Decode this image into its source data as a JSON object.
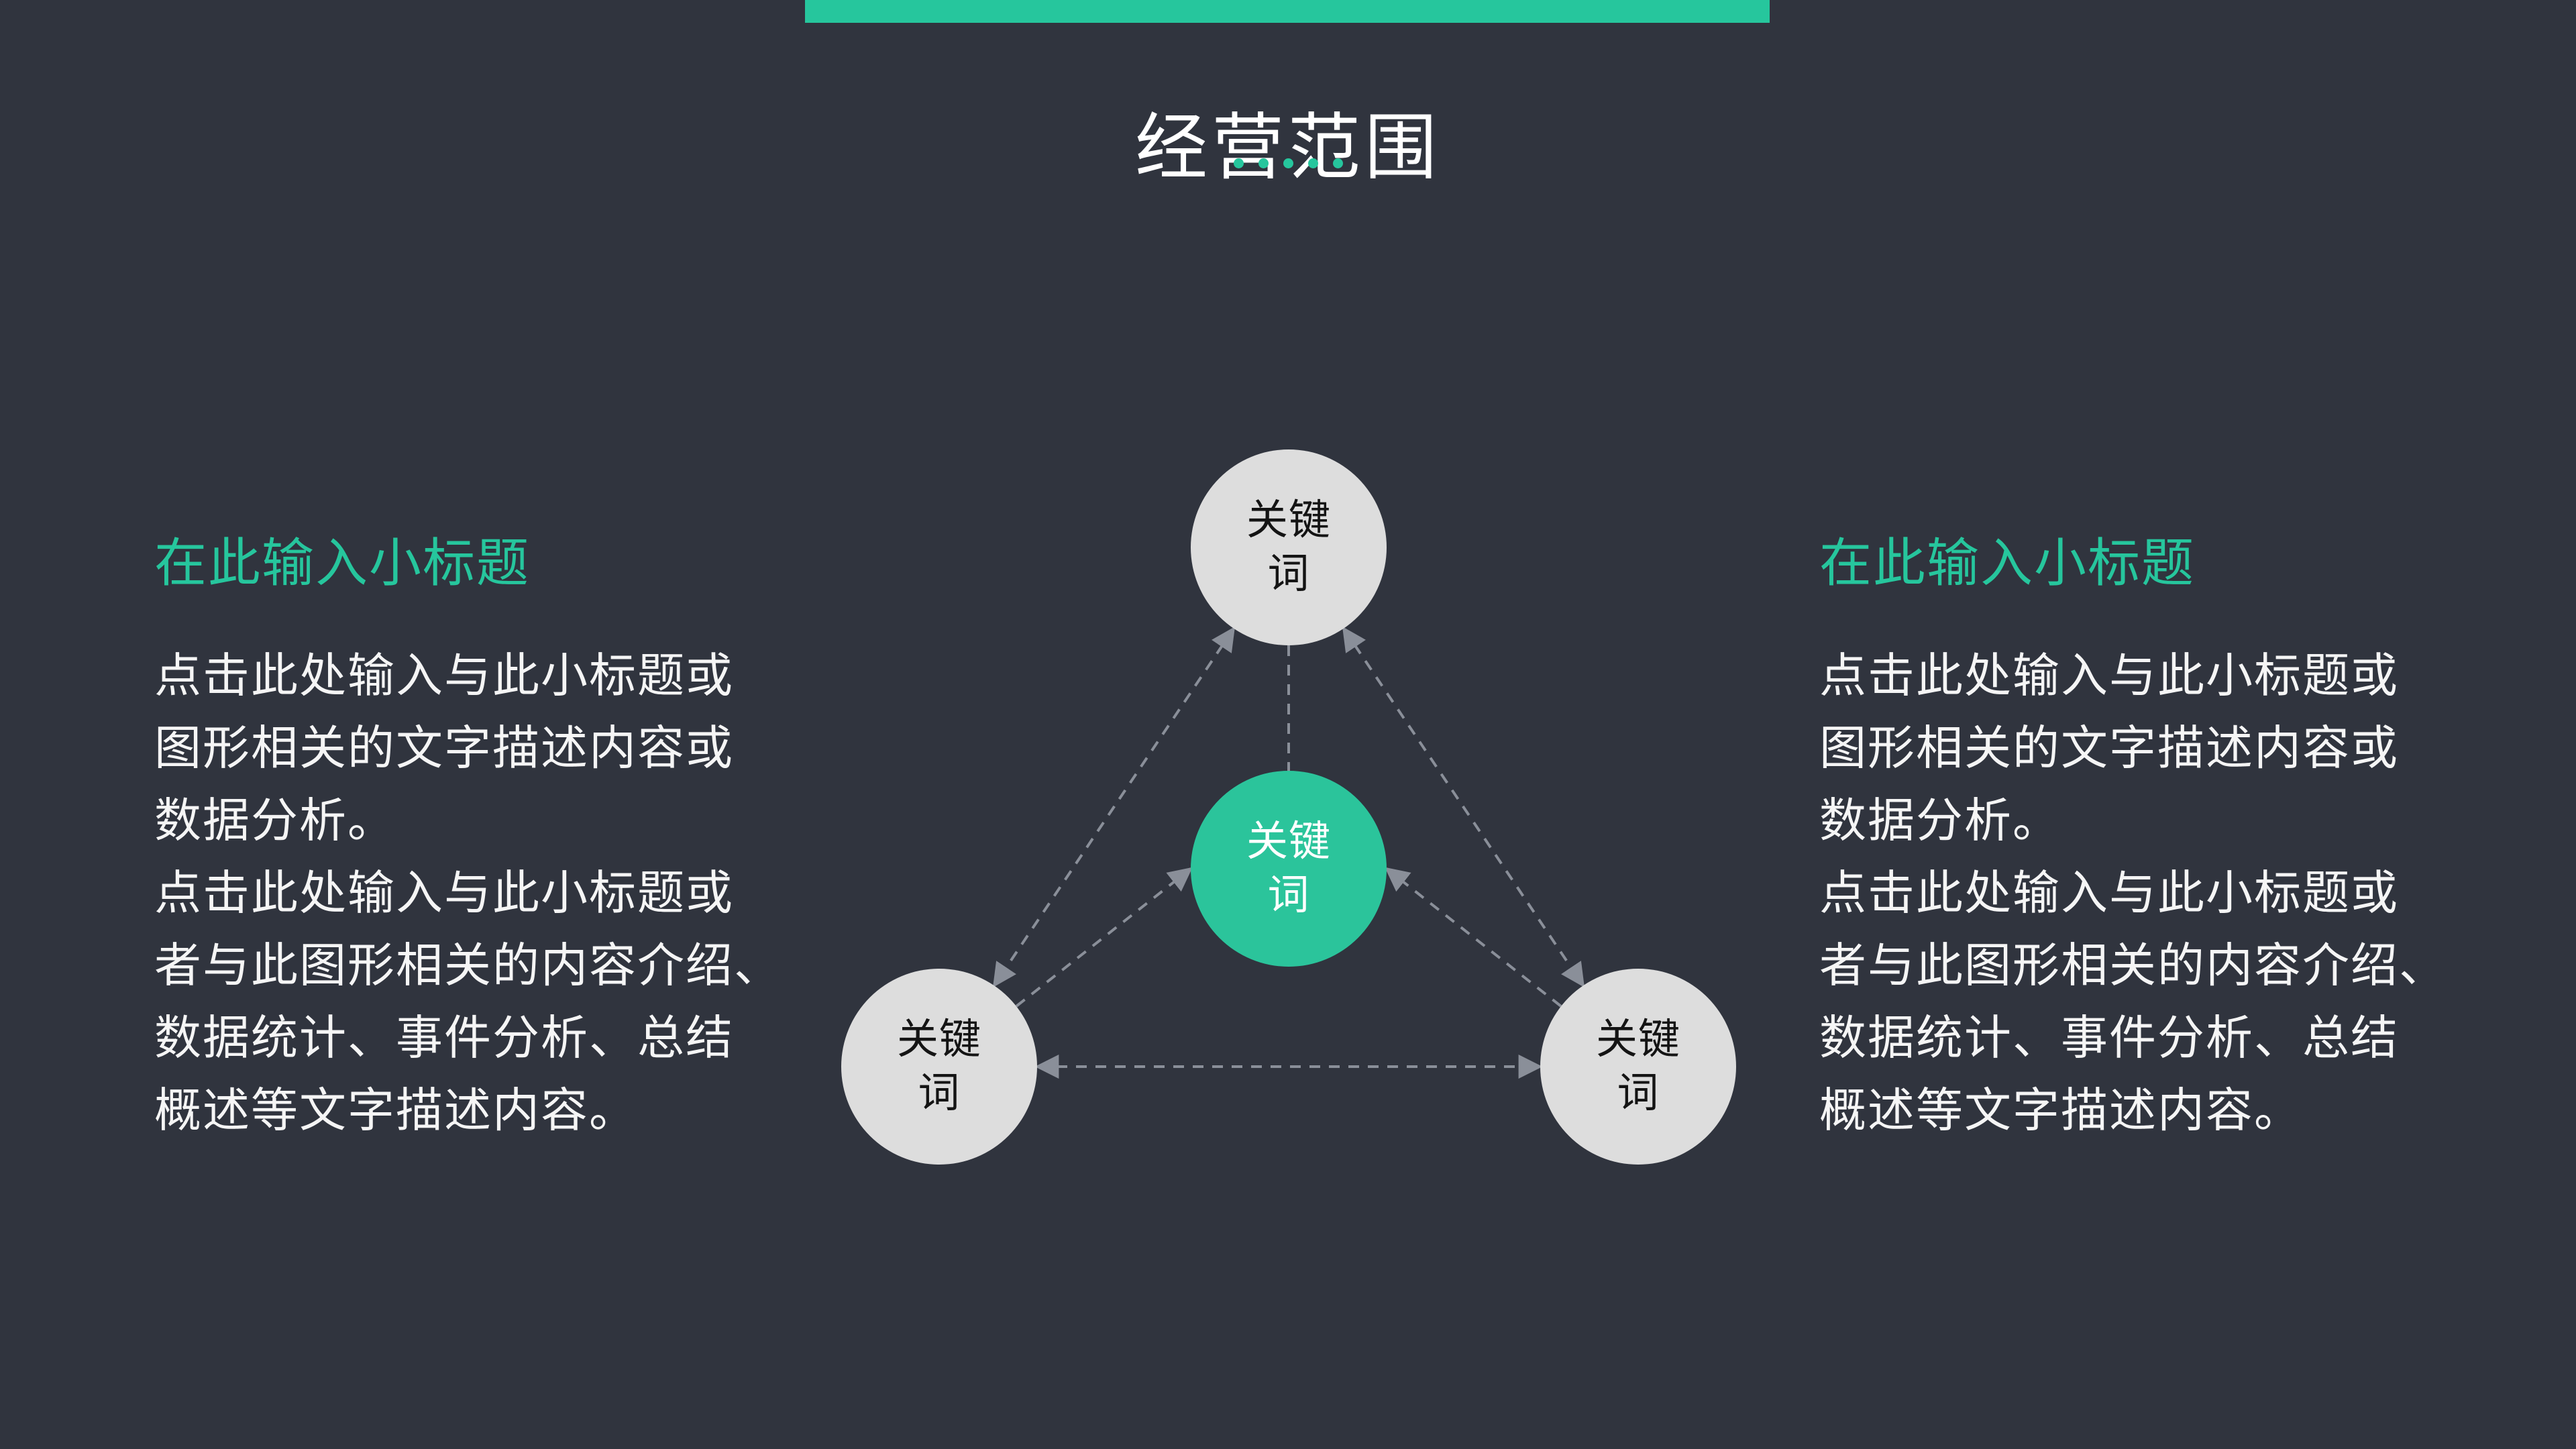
{
  "slide": {
    "title": "经营范围",
    "background_color": "#30343E",
    "accent_color": "#26C69D",
    "decor_dots_count": 5
  },
  "panels": {
    "left": {
      "subtitle": "在此输入小标题",
      "body_lines": [
        "点击此处输入与此小标题或",
        "图形相关的文字描述内容或",
        "数据分析。",
        "点击此处输入与此小标题或",
        "者与此图形相关的内容介绍、",
        "数据统计、事件分析、总结",
        "概述等文字描述内容。"
      ]
    },
    "right": {
      "subtitle": "在此输入小标题",
      "body_lines": [
        "点击此处输入与此小标题或",
        "图形相关的文字描述内容或",
        "数据分析。",
        "点击此处输入与此小标题或",
        "者与此图形相关的内容介绍、",
        "数据统计、事件分析、总结",
        "概述等文字描述内容。"
      ]
    }
  },
  "diagram": {
    "nodes": {
      "top": {
        "label": "关键词",
        "style": "gray"
      },
      "center": {
        "label": "关键词",
        "style": "green"
      },
      "bottom_left": {
        "label": "关键词",
        "style": "gray"
      },
      "bottom_right": {
        "label": "关键词",
        "style": "gray"
      }
    },
    "node_gray_fill": "#DDDDDD",
    "node_green_fill": "#2BC49B",
    "connector_color": "#8A8F99"
  }
}
